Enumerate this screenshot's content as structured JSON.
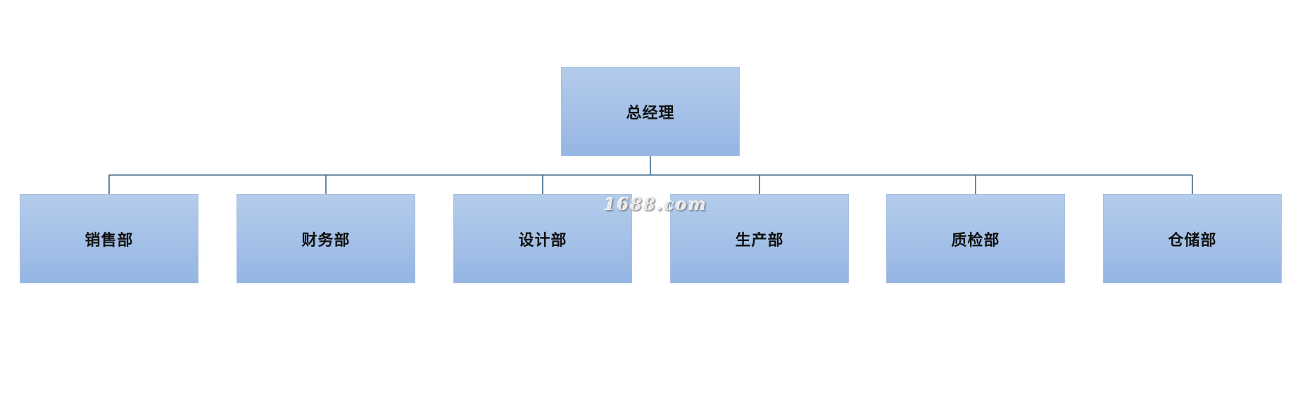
{
  "org_chart": {
    "root": {
      "label": "总经理"
    },
    "children": [
      {
        "label": "销售部"
      },
      {
        "label": "财务部"
      },
      {
        "label": "设计部"
      },
      {
        "label": "生产部"
      },
      {
        "label": "质检部"
      },
      {
        "label": "仓储部"
      }
    ]
  },
  "watermark": {
    "text": "1688.com"
  },
  "colors": {
    "node_fill_top": "#b4cceb",
    "node_fill_bottom": "#95b5e3",
    "connector": "#3f6a8f",
    "text": "#111111",
    "background": "#ffffff"
  }
}
